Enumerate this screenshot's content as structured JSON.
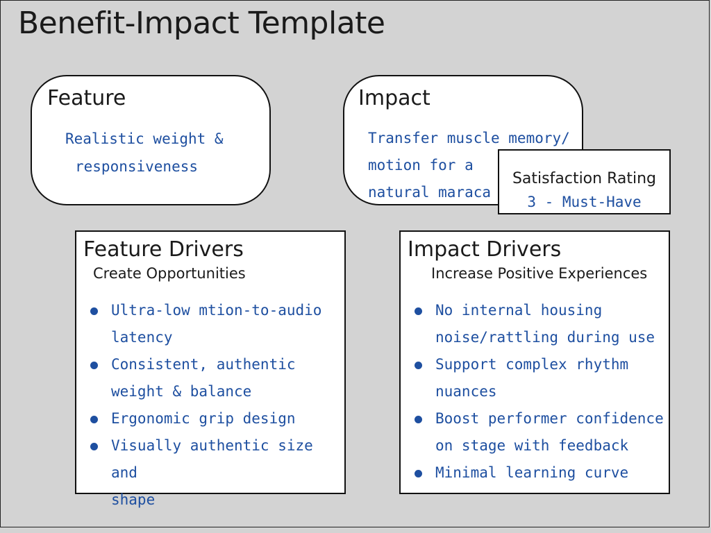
{
  "title": "Benefit-Impact Template",
  "feature": {
    "heading": "Feature",
    "text_line1": "Realistic weight &",
    "text_line2": "responsiveness"
  },
  "impact": {
    "heading": "Impact",
    "text_line1": "Transfer muscle memory/",
    "text_line2": "motion for a",
    "text_line3": "natural maraca"
  },
  "satisfaction": {
    "label": "Satisfaction Rating",
    "value": "3 - Must-Have"
  },
  "feature_drivers": {
    "title": "Feature Drivers",
    "subtitle": "Create Opportunities",
    "items": [
      [
        "Ultra-low mtion-to-audio",
        "latency"
      ],
      [
        "Consistent, authentic",
        "weight & balance"
      ],
      [
        "Ergonomic grip design"
      ],
      [
        "Visually authentic size and",
        "shape"
      ]
    ]
  },
  "impact_drivers": {
    "title": "Impact Drivers",
    "subtitle": "Increase Positive Experiences",
    "items": [
      [
        "No internal housing",
        "noise/rattling during use"
      ],
      [
        "Support complex rhythm",
        "nuances"
      ],
      [
        "Boost performer confidence",
        "on stage with feedback"
      ],
      [
        "Minimal learning curve"
      ]
    ]
  },
  "colors": {
    "background": "#d3d3d3",
    "handwriting": "#1e4fa0",
    "heading": "#1a1a1a"
  }
}
